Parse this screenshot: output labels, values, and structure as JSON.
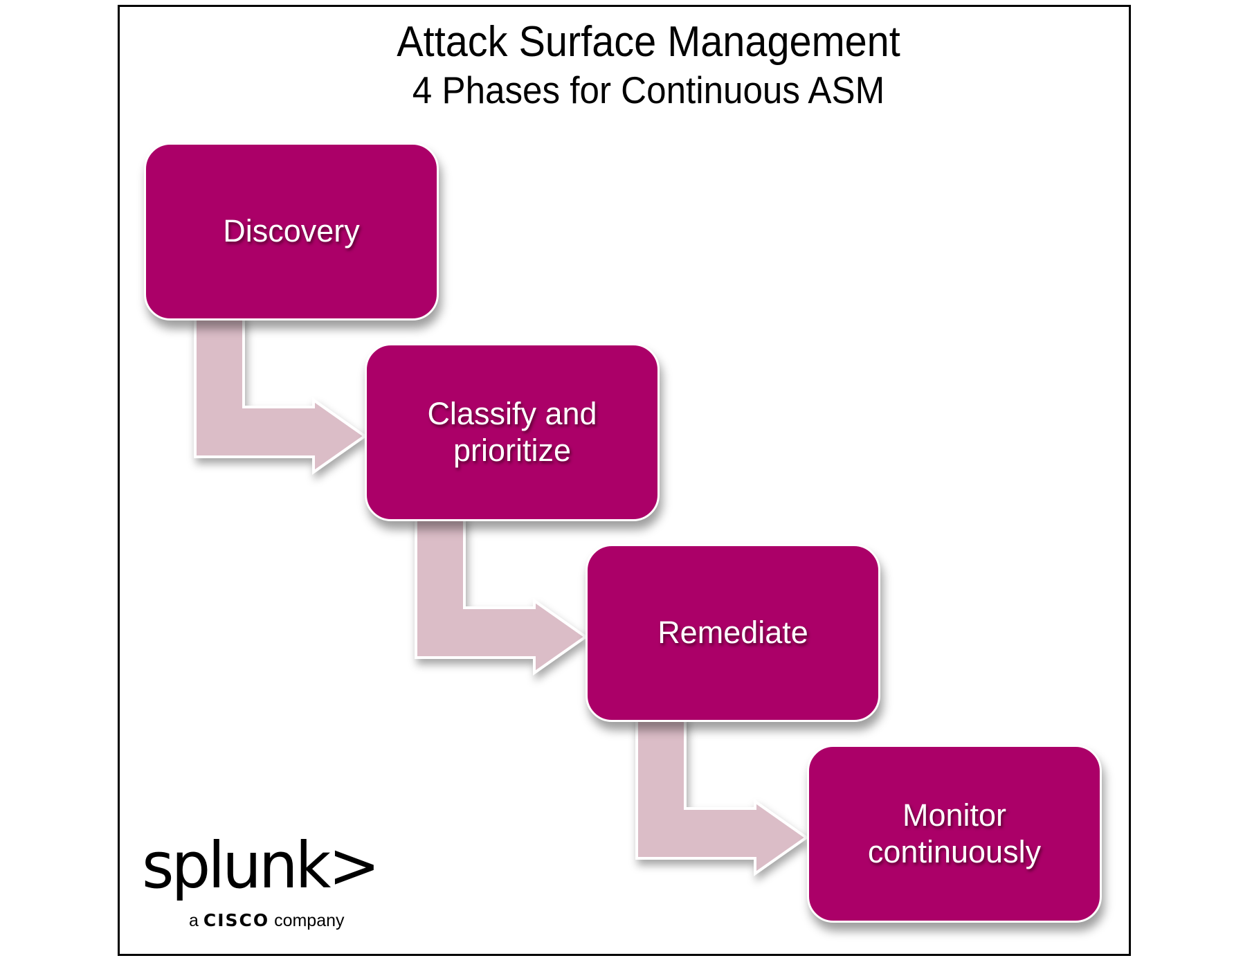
{
  "header": {
    "title": "Attack Surface Management",
    "subtitle": "4 Phases for Continuous ASM"
  },
  "colors": {
    "box_fill": "#ab0068",
    "arrow_fill": "#dbbdc7",
    "box_text": "#ffffff",
    "border": "#000000"
  },
  "phases": [
    {
      "lines": [
        "Discovery"
      ]
    },
    {
      "lines": [
        "Classify and",
        "prioritize"
      ]
    },
    {
      "lines": [
        "Remediate"
      ]
    },
    {
      "lines": [
        "Monitor",
        "continuously"
      ]
    }
  ],
  "connectors": [
    {
      "from": "Discovery",
      "to": "Classify and prioritize"
    },
    {
      "from": "Classify and prioritize",
      "to": "Remediate"
    },
    {
      "from": "Remediate",
      "to": "Monitor continuously"
    }
  ],
  "logo": {
    "brand": "splunk>",
    "tagline_prefix": "a",
    "tagline_brand": "CISCO",
    "tagline_suffix": "company"
  }
}
